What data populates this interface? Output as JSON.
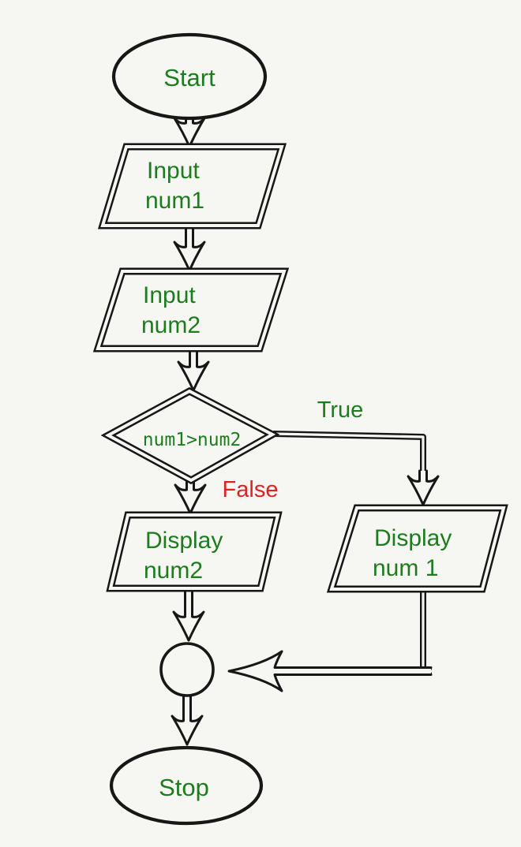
{
  "diagram": {
    "type": "flowchart",
    "description": "Flowchart that inputs two numbers, compares them and displays the greater one",
    "colors": {
      "label_green": "#1d7c1d",
      "false_red": "#dd2222",
      "line_black": "#171717",
      "background": "#f6f6f3"
    },
    "nodes": {
      "start": {
        "shape": "terminator",
        "label": "Start"
      },
      "input_num1": {
        "shape": "parallelogram",
        "line1": "Input",
        "line2": "num1"
      },
      "input_num2": {
        "shape": "parallelogram",
        "line1": "Input",
        "line2": "num2"
      },
      "decision": {
        "shape": "diamond",
        "label": "num1>num2"
      },
      "display_num2": {
        "shape": "parallelogram",
        "line1": "Display",
        "line2": "num2"
      },
      "display_num1": {
        "shape": "parallelogram",
        "line1": "Display",
        "line2": "num 1"
      },
      "connector": {
        "shape": "circle"
      },
      "stop": {
        "shape": "terminator",
        "label": "Stop"
      }
    },
    "edges": {
      "true_label": "True",
      "false_label": "False"
    }
  }
}
